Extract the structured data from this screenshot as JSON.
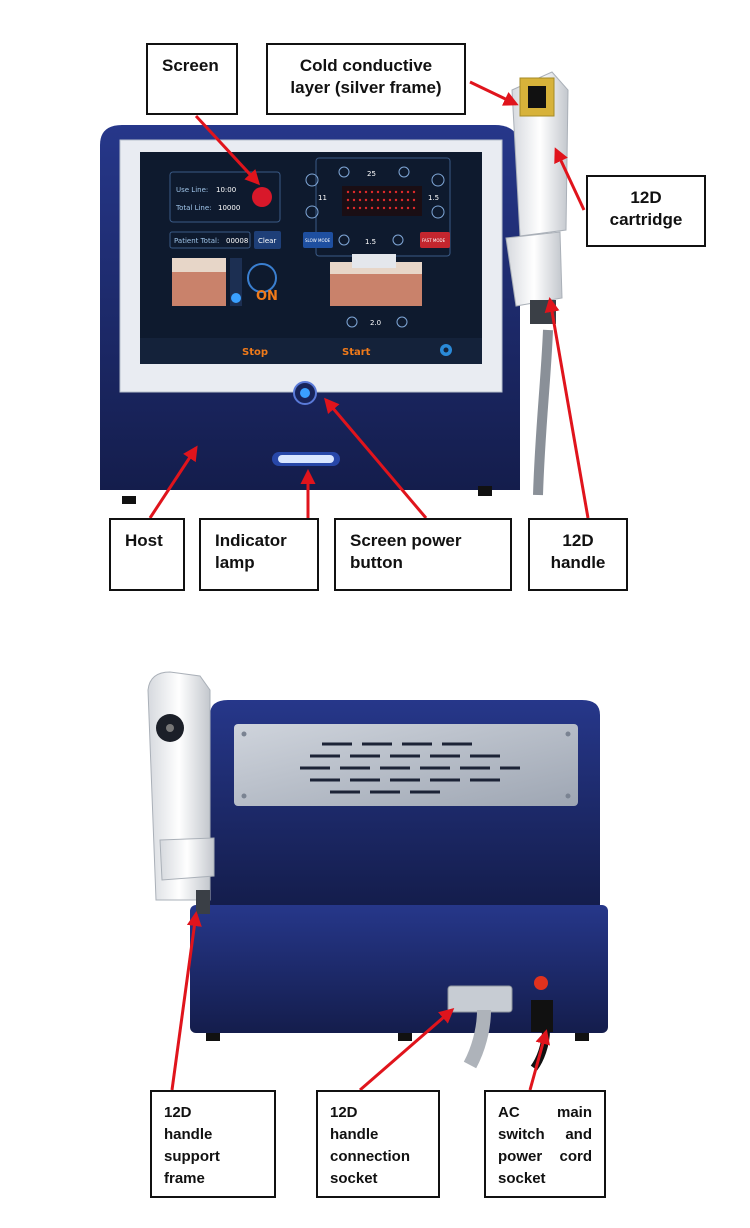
{
  "labels": {
    "screen": "Screen",
    "cold_layer_l1": "Cold conductive",
    "cold_layer_l2": "layer (silver frame)",
    "cartridge_l1": "12D",
    "cartridge_l2": "cartridge",
    "host": "Host",
    "indicator_l1": "Indicator",
    "indicator_l2": "lamp",
    "power_btn_l1": "Screen power",
    "power_btn_l2": "button",
    "handle_l1": "12D",
    "handle_l2": "handle",
    "support_l1": "12D",
    "support_l2": "handle",
    "support_l3": "support",
    "support_l4": "frame",
    "socket_l1": "12D",
    "socket_l2": "handle",
    "socket_l3": "connection",
    "socket_l4": "socket",
    "ac_l1a": "AC",
    "ac_l1b": "main",
    "ac_l2a": "switch",
    "ac_l2b": "and",
    "ac_l3a": "power",
    "ac_l3b": "cord",
    "ac_l4": "socket"
  },
  "screen_ui": {
    "use_line_label": "Use Line:",
    "use_line_value": "10:00",
    "total_line_label": "Total Line:",
    "total_line_value": "10000",
    "patient_total_label": "Patient Total:",
    "patient_total_value": "00008",
    "clear_btn": "Clear",
    "length_value": "25",
    "left_value": "11",
    "right_value": "1.5",
    "mode_left": "SLOW MODE",
    "mode_right": "FAST MODE",
    "depth_value": "1.5",
    "energy_value": "2.0",
    "on_label": "ON",
    "stop_btn": "Stop",
    "start_btn": "Start"
  },
  "colors": {
    "device_blue": "#1b2a66",
    "arrow_red": "#e0141c",
    "screen_dark": "#0e1a2e",
    "accent_orange": "#f07a1a"
  }
}
